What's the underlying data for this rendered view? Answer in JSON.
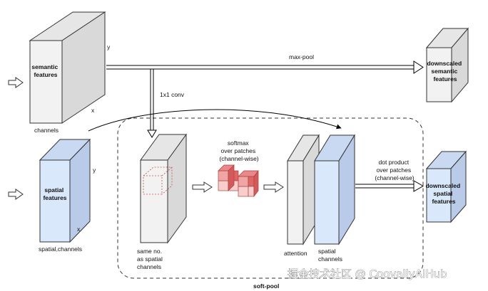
{
  "labels": {
    "semantic_box": [
      "semantic",
      "features"
    ],
    "semantic_axis_y": "y",
    "semantic_axis_x": "x",
    "semantic_channels": "channels",
    "spatial_box": [
      "spatial",
      "features"
    ],
    "spatial_axis_y": "y",
    "spatial_axis_x": "x",
    "spatial_channels": [
      "spatial",
      "channels"
    ],
    "max_pool": "max-pool",
    "conv": "1x1 conv",
    "softmax": [
      "softmax",
      "over patches",
      "(channel-wise)"
    ],
    "same_no": [
      "same no.",
      "as spatial",
      "channels"
    ],
    "attention": "attention",
    "dot_product": [
      "dot product",
      "over patches",
      "(channel-wise)"
    ],
    "downscaled_semantic": [
      "downscaled",
      "semantic",
      "features"
    ],
    "downscaled_spatial": [
      "downscaled",
      "spatial",
      "features"
    ],
    "soft_pool": "soft-pool",
    "watermark": "掘金技术社区 @ CoovallyAIHub"
  },
  "colors": {
    "gray_front": "#f2f2f2",
    "gray_top": "#e6e6e6",
    "gray_side": "#d9d9d9",
    "blue_front": "#dae8fc",
    "blue_top": "#c9d9f1",
    "blue_side": "#b9cbe8",
    "red_light": "#f8cecc",
    "red_mid": "#f0a5a5",
    "red_dark": "#e06666",
    "stroke": "#333333"
  }
}
